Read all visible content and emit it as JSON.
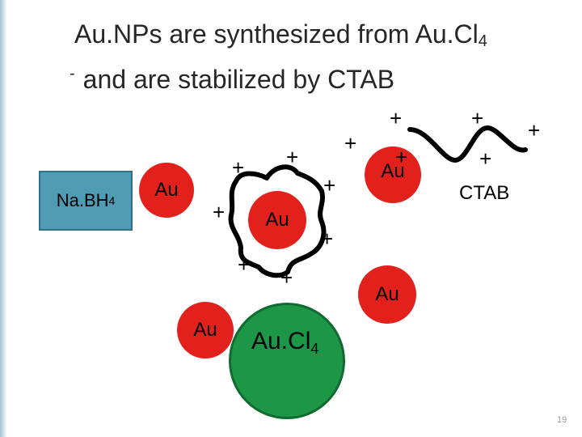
{
  "slide": {
    "title_line1": "Au.NPs are synthesized from Au.Cl",
    "title_sub": "4",
    "title_minus": "-",
    "title_line2": "and are stabilized by CTAB",
    "page_number": "19"
  },
  "reagents": {
    "nabh4_main": "Na.BH",
    "nabh4_sub": "4",
    "aucl4_main": "Au.Cl",
    "aucl4_sub": "4"
  },
  "particles": {
    "au_label": "Au"
  },
  "ctab": {
    "label": "CTAB"
  },
  "charges": {
    "plus": "+"
  },
  "colors": {
    "nabh4_box": "#4f9bb3",
    "gold_particle": "#e3211c",
    "aucl4_circle": "#1e9647",
    "edge_accent": "#9ec3cf"
  }
}
